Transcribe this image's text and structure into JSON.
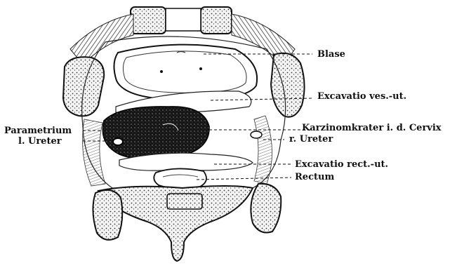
{
  "colors": {
    "ink": "#111111",
    "bone_fill": "#e8e8e8",
    "tumor": "#1a1a1a",
    "paper": "#ffffff"
  },
  "labels": {
    "blase": "Blase",
    "excavatio_ves_ut": "Excavatio ves.-ut.",
    "karzinomkrater": "Karzinomkrater i. d. Cervix",
    "r_ureter": "r. Ureter",
    "excavatio_rect_ut": "Excavatio rect.-ut.",
    "rectum": "Rectum",
    "parametrium": "Parametrium",
    "l_ureter": "l. Ureter"
  }
}
